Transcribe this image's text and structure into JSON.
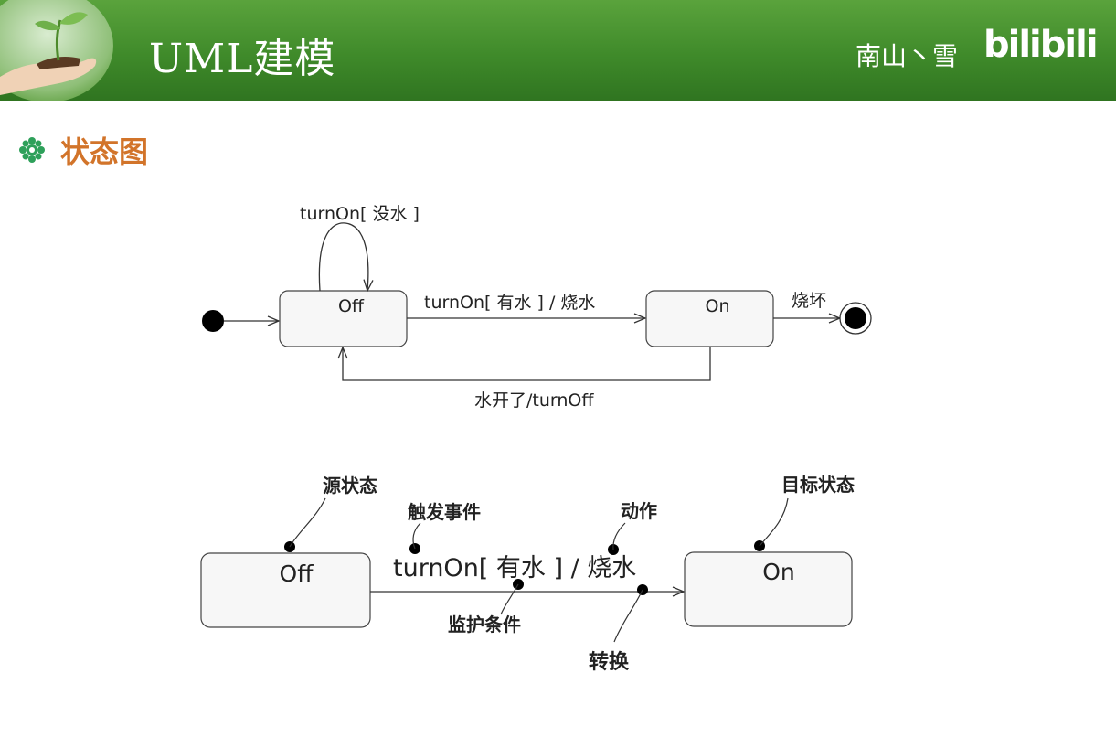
{
  "header": {
    "title": "UML建模",
    "author": "南山丶雪",
    "logo": "bilibili",
    "colors": {
      "band": "#3f8a2a",
      "title_text": "#ffffff"
    }
  },
  "section": {
    "title": "状态图",
    "icon": "flower-bullet-icon",
    "title_color": "#d2742a"
  },
  "top_diagram": {
    "states": {
      "off": "Off",
      "on": "On"
    },
    "transitions": {
      "self_loop": "turnOn[ 没水 ]",
      "off_to_on": "turnOn[ 有水 ] / 烧水",
      "on_to_final": "烧坏",
      "on_to_off": "水开了/turnOff"
    }
  },
  "bottom_diagram": {
    "source_state": "Off",
    "target_state": "On",
    "transition_label": {
      "event": "turnOn[",
      "guard": " 有水 ]",
      "action": " / 烧水"
    },
    "annotations": {
      "source": "源状态",
      "trigger": "触发事件",
      "action": "动作",
      "target": "目标状态",
      "guard": "监护条件",
      "transition": "转换"
    }
  }
}
